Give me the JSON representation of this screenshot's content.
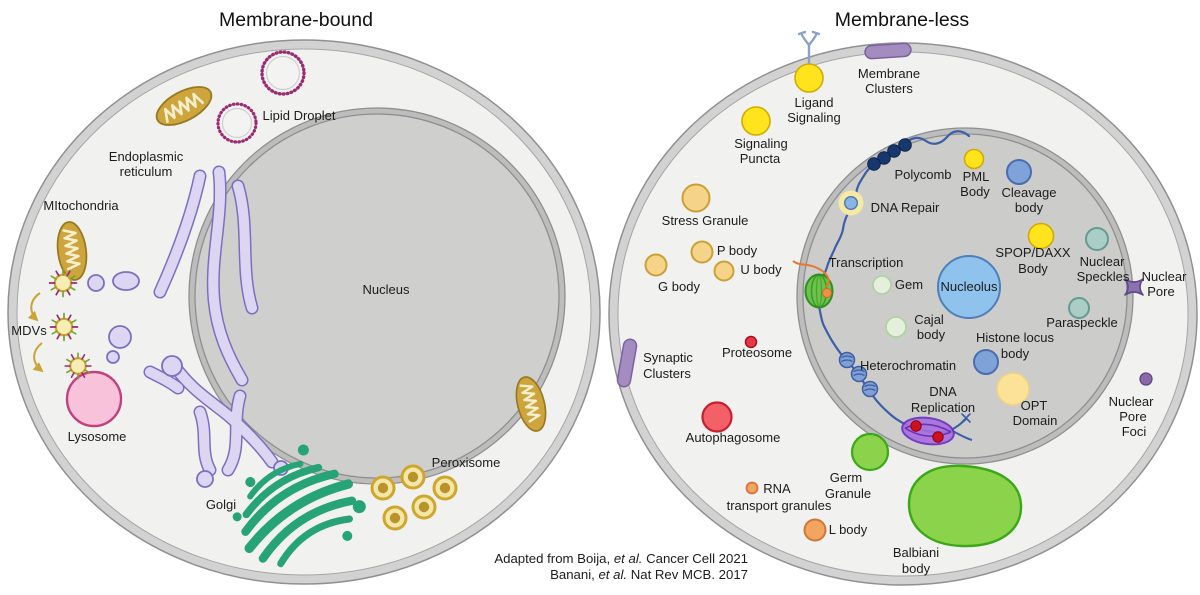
{
  "left_panel": {
    "title": "Membrane-bound",
    "labels": {
      "lipid_droplet": "Lipid Droplet",
      "er_line1": "Endoplasmic",
      "er_line2": "reticulum",
      "mitochondria": "MItochondria",
      "mdvs": "MDVs",
      "lysosome": "Lysosome",
      "golgi": "Golgi",
      "nucleus": "Nucleus",
      "peroxisome": "Peroxisome"
    }
  },
  "right_panel": {
    "title": "Membrane-less",
    "cytoplasm": {
      "ligand_signaling_l1": "Ligand",
      "ligand_signaling_l2": "Signaling",
      "membrane_clusters_l1": "Membrane",
      "membrane_clusters_l2": "Clusters",
      "signaling_puncta_l1": "Signaling",
      "signaling_puncta_l2": "Puncta",
      "stress_granule": "Stress Granule",
      "p_body": "P body",
      "u_body": "U body",
      "g_body": "G body",
      "proteosome": "Proteosome",
      "synaptic_clusters_l1": "Synaptic",
      "synaptic_clusters_l2": "Clusters",
      "autophagosome": "Autophagosome",
      "rna_transport_granules_l1": "RNA",
      "rna_transport_granules_l2": "transport granules",
      "l_body": "L body",
      "germ_granule_l1": "Germ",
      "germ_granule_l2": "Granule",
      "balbiani_body_l1": "Balbiani",
      "balbiani_body_l2": "body",
      "nuclear_pore_l1": "Nuclear",
      "nuclear_pore_l2": "Pore",
      "nuclear_pore_foci_l1": "Nuclear",
      "nuclear_pore_foci_l2": "Pore",
      "nuclear_pore_foci_l3": "Foci"
    },
    "nucleus": {
      "polycomb": "Polycomb",
      "dna_repair": "DNA Repair",
      "pml_body_l1": "PML",
      "pml_body_l2": "Body",
      "cleavage_body_l1": "Cleavage",
      "cleavage_body_l2": "body",
      "spop_daxx_l1": "SPOP/DAXX",
      "spop_daxx_l2": "Body",
      "nuclear_speckles_l1": "Nuclear",
      "nuclear_speckles_l2": "Speckles",
      "transcription": "Transcription",
      "gem": "Gem",
      "nucleolus": "Nucleolus",
      "cajal_body_l1": "Cajal",
      "cajal_body_l2": "body",
      "paraspeckle": "Paraspeckle",
      "histone_locus_body_l1": "Histone locus",
      "histone_locus_body_l2": "body",
      "heterochromatin": "Heterochromatin",
      "dna_replication_l1": "DNA",
      "dna_replication_l2": "Replication",
      "opt_domain_l1": "OPT",
      "opt_domain_l2": "Domain"
    }
  },
  "citation": {
    "line1_pre": "Adapted from Boija, ",
    "line1_italic": "et al.",
    "line1_post": " Cancer Cell 2021",
    "line2_pre": "Banani, ",
    "line2_italic": "et al.",
    "line2_post": " Nat Rev MCB. 2017"
  },
  "colors": {
    "cytoplasm_fill": "#f1f1ef",
    "membrane_band": "#d2d2d2",
    "nucleus_fill": "#cfcfce",
    "mitochondria_gold": "#cda53c",
    "er_lavender": "#ddd6f3",
    "er_outline": "#7c6fc0",
    "lipid_droplet_ring": "#9c2a72",
    "lysosome_pink": "#f8c3da",
    "golgi_green": "#26a377",
    "peroxisome_gold": "#cfa62c",
    "bright_yellow": "#ffe31c",
    "granule_tan": "#f5d489",
    "proteosome_red": "#e63946",
    "autophagosome_red": "#f26068",
    "cluster_purple": "#a48cc0",
    "granule_orange": "#f2a55f",
    "body_green": "#8bd34a",
    "nucleolus_blue": "#8fc3ed",
    "body_blue": "#7fa3d8",
    "speckle_teal": "#aacdc6",
    "pale_green": "#e4f0dc",
    "opt_yellow": "#fbe298",
    "dna_blue": "#3d5fa8",
    "polycomb_navy": "#17386e",
    "replication_purple": "#a86ee0",
    "transcription_green": "#6cc24a"
  }
}
